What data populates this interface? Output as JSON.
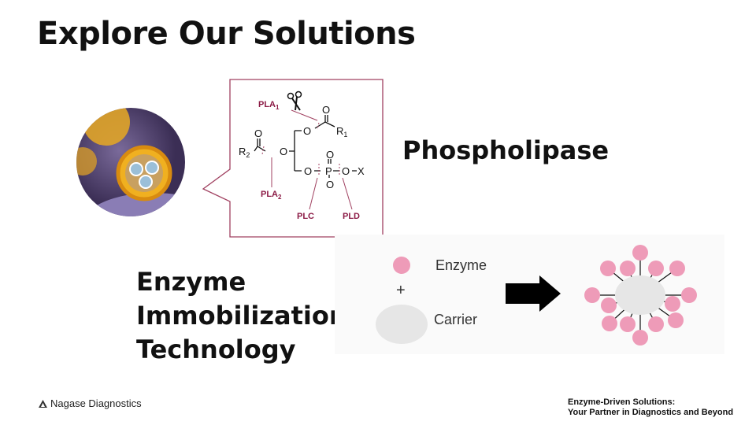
{
  "slide": {
    "title": "Explore Our Solutions",
    "phospholipase_title": "Phospholipase",
    "immobilization_title": [
      "Enzyme",
      "Immobilization",
      "Technology"
    ]
  },
  "diagram": {
    "labels": {
      "pla1": "PLA",
      "pla1_sub": "1",
      "pla2": "PLA",
      "pla2_sub": "2",
      "plc": "PLC",
      "pld": "PLD",
      "r1": "R",
      "r1_sub": "1",
      "r2": "R",
      "r2_sub": "2",
      "o": "O",
      "p": "P",
      "x": "X"
    },
    "accent_color": "#8b1a45"
  },
  "immobilization": {
    "enzyme_label": "Enzyme",
    "plus": "+",
    "carrier_label": "Carrier",
    "enzyme_color": "#ee9bb8",
    "carrier_color": "#e6e6e6"
  },
  "footer": {
    "brand": "Nagase Diagnostics",
    "tagline_1": "Enzyme-Driven Solutions:",
    "tagline_2": "Your Partner in Diagnostics and Beyond"
  }
}
